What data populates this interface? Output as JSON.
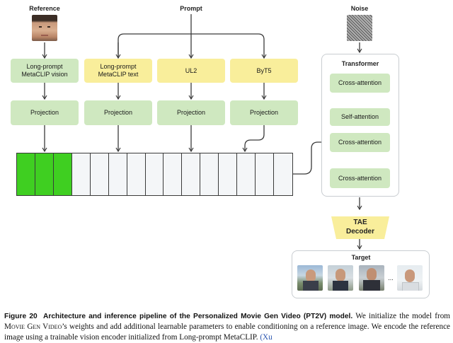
{
  "headers": {
    "reference": "Reference",
    "prompt": "Prompt",
    "noise": "Noise"
  },
  "encoders": {
    "vision": "Long-prompt MetaCLIP vision",
    "text": "Long-prompt MetaCLIP text",
    "ul2": "UL2",
    "byt5": "ByT5"
  },
  "projection_label": "Projection",
  "transformer": {
    "title": "Transformer",
    "layers": [
      "Cross-attention",
      "Self-attention",
      "Cross-attention",
      "Cross-attention"
    ]
  },
  "decoder": "TAE Decoder",
  "target": {
    "title": "Target",
    "ellipsis": "..."
  },
  "tokens": {
    "conditioning_count": 3,
    "total_count": 15
  },
  "colors": {
    "green_token": "#3fcf21",
    "green_box": "#cfe8c0",
    "yellow_box": "#f9ee9b",
    "arrow": "#3a3a3a",
    "citation": "#2a55b0"
  },
  "caption": {
    "figure_label": "Figure 20",
    "figure_title": "Architecture and inference pipeline of the Personalized Movie Gen Video (PT2V) model.",
    "text_1": "We initialize the model from",
    "movie_gen_video": "Movie Gen Video",
    "text_2": "’s weights and add additional learnable parameters to enable conditioning on a reference image. We encode the reference image using a trainable vision encoder initialized from Long-prompt MetaCLIP.",
    "citation": "(Xu"
  }
}
